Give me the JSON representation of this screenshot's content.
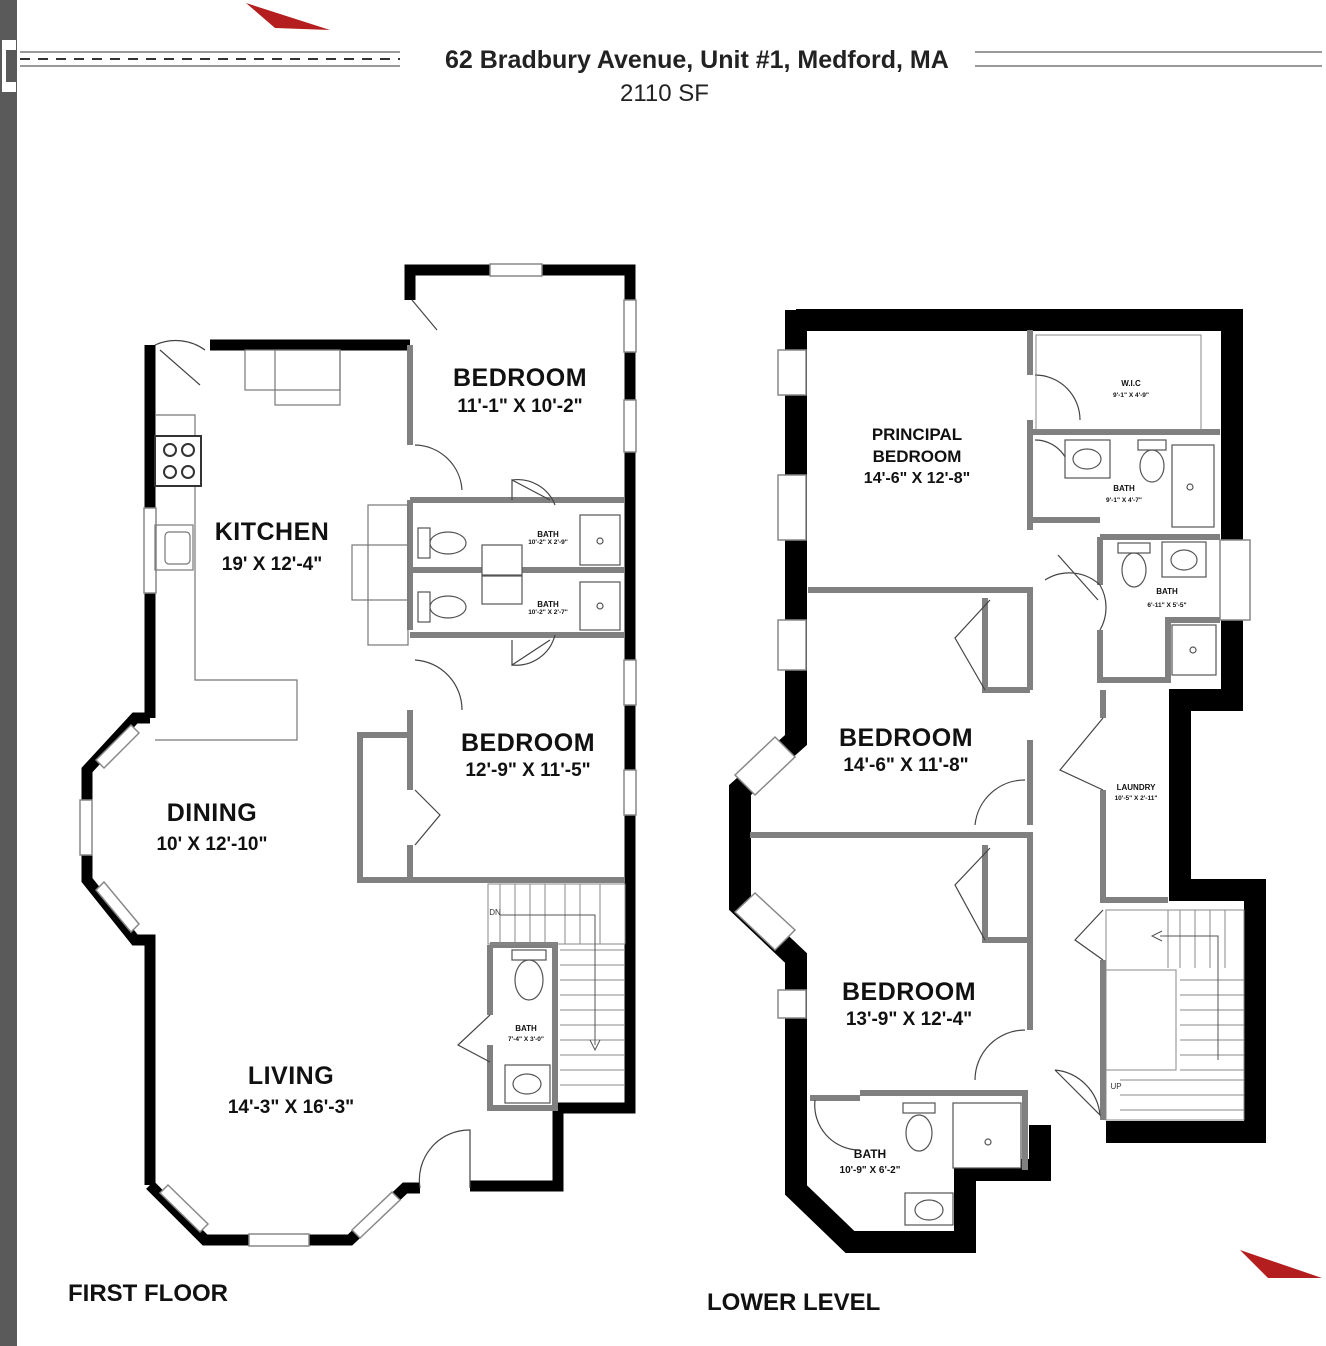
{
  "header": {
    "address": "62 Bradbury Avenue, Unit #1, Medford, MA",
    "area": "2110 SF"
  },
  "first_floor": {
    "label": "FIRST FLOOR",
    "rooms": {
      "bedroom_top": {
        "name": "BEDROOM",
        "dim": "11'-1\" X 10'-2\""
      },
      "kitchen": {
        "name": "KITCHEN",
        "dim": "19' X 12'-4\""
      },
      "bath_a": {
        "name": "BATH",
        "dim": "10'-2\" X 2'-9\""
      },
      "bath_b": {
        "name": "BATH",
        "dim": "10'-2\" X 2'-7\""
      },
      "bedroom_mid": {
        "name": "BEDROOM",
        "dim": "12'-9\" X 11'-5\""
      },
      "dining": {
        "name": "DINING",
        "dim": "10' X 12'-10\""
      },
      "bath_small": {
        "name": "BATH",
        "dim": "7'-4\" X 3'-0\""
      },
      "living": {
        "name": "LIVING",
        "dim": "14'-3\" X 16'-3\""
      }
    },
    "stair_label": "DN"
  },
  "lower_level": {
    "label": "LOWER LEVEL",
    "rooms": {
      "wic": {
        "name": "W.I.C",
        "dim": "9'-1\" X 4'-9\""
      },
      "principal": {
        "name1": "PRINCIPAL",
        "name2": "BEDROOM",
        "dim": "14'-6\" X 12'-8\""
      },
      "bath_principal": {
        "name": "BATH",
        "dim": "9'-1\" X 4'-7\""
      },
      "bath_mid": {
        "name": "BATH",
        "dim": "6'-11\" X 5'-5\""
      },
      "bedroom_a": {
        "name": "BEDROOM",
        "dim": "14'-6\" X 11'-8\""
      },
      "laundry": {
        "name": "LAUNDRY",
        "dim": "10'-5\" X 2'-11\""
      },
      "bedroom_b": {
        "name": "BEDROOM",
        "dim": "13'-9\" X 12'-4\""
      },
      "bath_bottom": {
        "name": "BATH",
        "dim": "10'-9\" X 6'-2\""
      }
    },
    "stair_label": "UP"
  },
  "colors": {
    "wall": "#000000",
    "partition": "#808080",
    "accent": "#b41e1e",
    "sidebar": "#5a5a5a"
  }
}
